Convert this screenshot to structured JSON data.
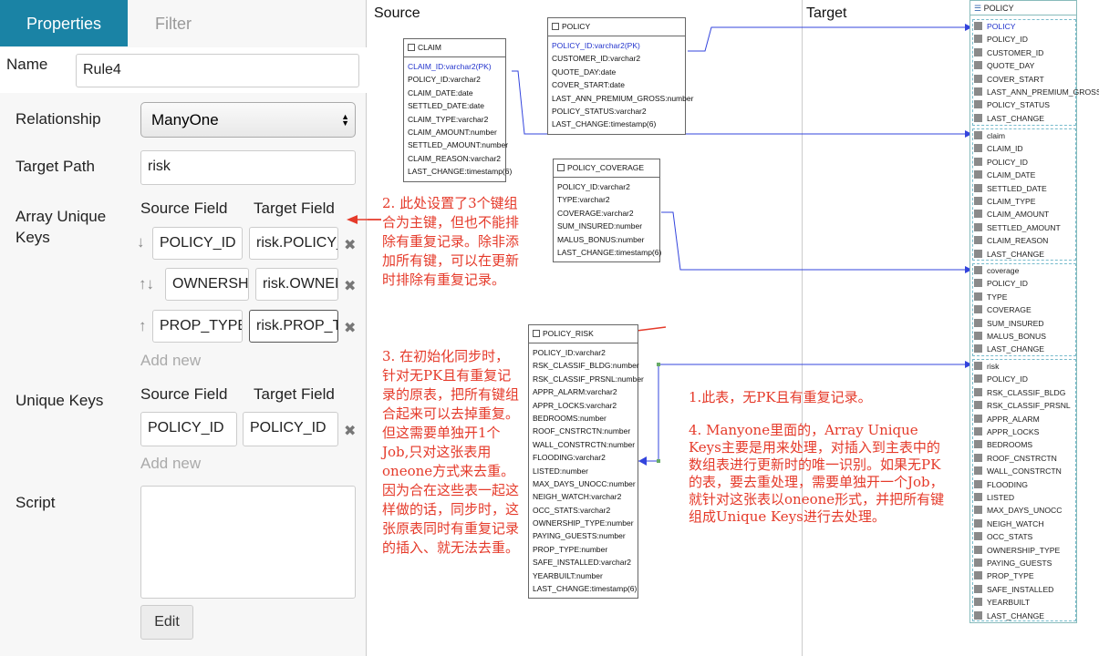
{
  "tabs": {
    "properties": "Properties",
    "filter": "Filter"
  },
  "form": {
    "name_label": "Name",
    "name_value": "Rule4",
    "relationship_label": "Relationship",
    "relationship_value": "ManyOne",
    "target_path_label": "Target Path",
    "target_path_value": "risk",
    "array_unique_label": "Array Unique Keys",
    "source_field_hdr": "Source Field",
    "target_field_hdr": "Target Field",
    "array_keys": [
      {
        "source": "POLICY_ID",
        "target": "risk.POLICY_ID"
      },
      {
        "source": "OWNERSHIP_TYPE",
        "target": "risk.OWNERSHIP_TYPE"
      },
      {
        "source": "PROP_TYPE",
        "target": "risk.PROP_TYPE"
      }
    ],
    "add_new": "Add new",
    "unique_keys_label": "Unique Keys",
    "unique_keys": [
      {
        "source": "POLICY_ID",
        "target": "POLICY_ID"
      }
    ],
    "script_label": "Script",
    "script_value": "",
    "edit_label": "Edit"
  },
  "diagram": {
    "source_label": "Source",
    "target_label": "Target",
    "claim": {
      "name": "CLAIM",
      "fields": [
        "CLAIM_ID:varchar2(PK)",
        "POLICY_ID:varchar2",
        "CLAIM_DATE:date",
        "SETTLED_DATE:date",
        "CLAIM_TYPE:varchar2",
        "CLAIM_AMOUNT:number",
        "SETTLED_AMOUNT:number",
        "CLAIM_REASON:varchar2",
        "LAST_CHANGE:timestamp(6)"
      ]
    },
    "policy": {
      "name": "POLICY",
      "fields": [
        "POLICY_ID:varchar2(PK)",
        "CUSTOMER_ID:varchar2",
        "QUOTE_DAY:date",
        "COVER_START:date",
        "LAST_ANN_PREMIUM_GROSS:number",
        "POLICY_STATUS:varchar2",
        "LAST_CHANGE:timestamp(6)"
      ]
    },
    "coverage": {
      "name": "POLICY_COVERAGE",
      "fields": [
        "POLICY_ID:varchar2",
        "TYPE:varchar2",
        "COVERAGE:varchar2",
        "SUM_INSURED:number",
        "MALUS_BONUS:number",
        "LAST_CHANGE:timestamp(6)"
      ]
    },
    "risk": {
      "name": "POLICY_RISK",
      "fields": [
        "POLICY_ID:varchar2",
        "RSK_CLASSIF_BLDG:number",
        "RSK_CLASSIF_PRSNL:number",
        "APPR_ALARM:varchar2",
        "APPR_LOCKS:varchar2",
        "BEDROOMS:number",
        "ROOF_CNSTRCTN:number",
        "WALL_CONSTRCTN:number",
        "FLOODING:varchar2",
        "LISTED:number",
        "MAX_DAYS_UNOCC:number",
        "NEIGH_WATCH:varchar2",
        "OCC_STATS:varchar2",
        "OWNERSHIP_TYPE:number",
        "PAYING_GUESTS:number",
        "PROP_TYPE:number",
        "SAFE_INSTALLED:varchar2",
        "YEARBUILT:number",
        "LAST_CHANGE:timestamp(6)"
      ]
    },
    "annotations": {
      "a2": "2. 此处设置了3个键组合为主键，但也不能排除有重复记录。除非添加所有键，可以在更新时排除有重复记录。",
      "a3": "3. 在初始化同步时，针对无PK且有重复记录的原表，把所有键组合起来可以去掉重复。但这需要单独开1个Job,只对这张表用oneone方式来去重。因为合在这些表一起这样做的话，同步时，这张原表同时有重复记录的插入、就无法去重。",
      "a1": "1.此表，无PK且有重复记录。",
      "a4": "4. Manyone里面的，Array Unique Keys主要是用来处理，对插入到主表中的数组表进行更新时的唯一识别。如果无PK的表，要去重处理，需要单独开一个Job，就针对这张表以oneone形式，并把所有键组成Unique Keys进行去处理。"
    },
    "tree": {
      "header": "POLICY",
      "root": "POLICY",
      "root_fields": [
        "POLICY_ID",
        "CUSTOMER_ID",
        "QUOTE_DAY",
        "COVER_START",
        "LAST_ANN_PREMIUM_GROSS",
        "POLICY_STATUS",
        "LAST_CHANGE"
      ],
      "claim_name": "claim",
      "claim_fields": [
        "CLAIM_ID",
        "POLICY_ID",
        "CLAIM_DATE",
        "SETTLED_DATE",
        "CLAIM_TYPE",
        "CLAIM_AMOUNT",
        "SETTLED_AMOUNT",
        "CLAIM_REASON",
        "LAST_CHANGE"
      ],
      "coverage_name": "coverage",
      "coverage_fields": [
        "POLICY_ID",
        "TYPE",
        "COVERAGE",
        "SUM_INSURED",
        "MALUS_BONUS",
        "LAST_CHANGE"
      ],
      "risk_name": "risk",
      "risk_fields": [
        "POLICY_ID",
        "RSK_CLASSIF_BLDG",
        "RSK_CLASSIF_PRSNL",
        "APPR_ALARM",
        "APPR_LOCKS",
        "BEDROOMS",
        "ROOF_CNSTRCTN",
        "WALL_CONSTRCTN",
        "FLOODING",
        "LISTED",
        "MAX_DAYS_UNOCC",
        "NEIGH_WATCH",
        "OCC_STATS",
        "OWNERSHIP_TYPE",
        "PAYING_GUESTS",
        "PROP_TYPE",
        "SAFE_INSTALLED",
        "YEARBUILT",
        "LAST_CHANGE"
      ]
    }
  }
}
